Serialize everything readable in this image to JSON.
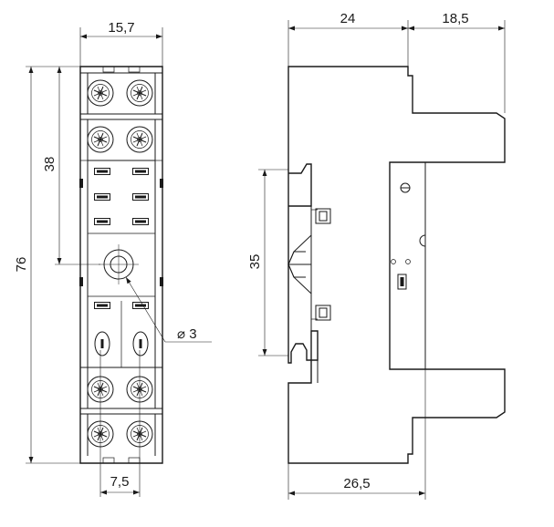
{
  "drawing": {
    "front_view": {
      "width_label": "15,7",
      "upper_height_label": "38",
      "total_height_label": "76",
      "pitch_label": "7,5",
      "hole_label": "⌀ 3"
    },
    "side_view": {
      "depth_label": "24",
      "extra_depth_label": "18,5",
      "rail_label": "35",
      "base_label": "26,5"
    }
  }
}
